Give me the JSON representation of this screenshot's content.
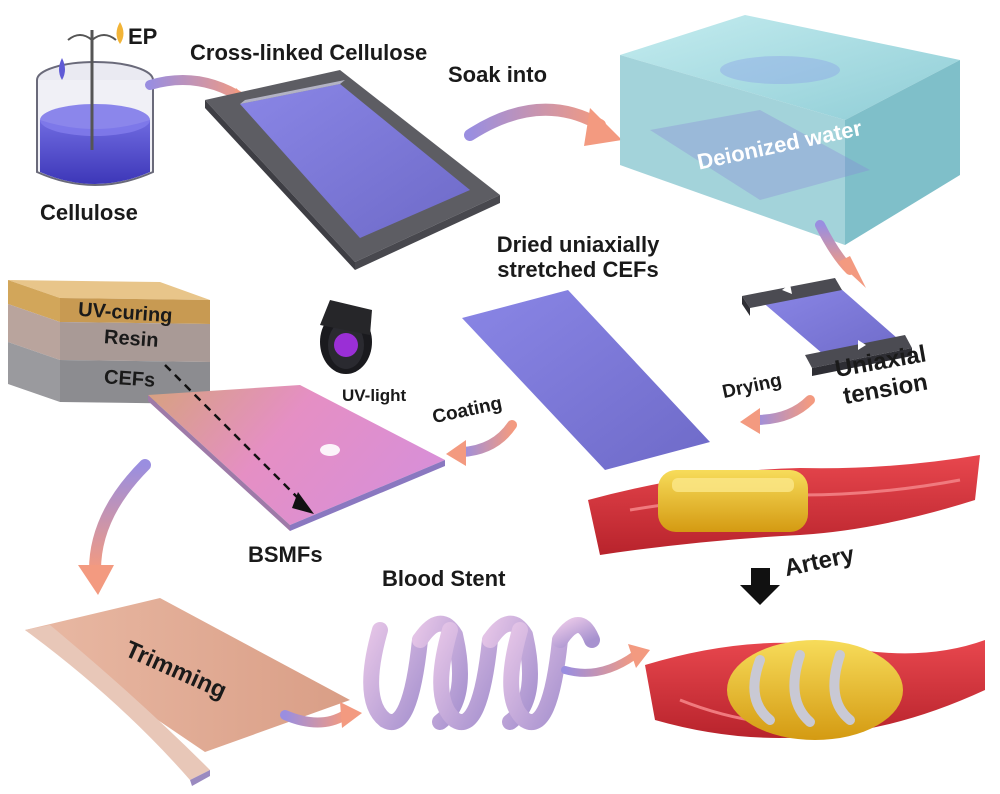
{
  "labels": {
    "ep": "EP",
    "cellulose": "Cellulose",
    "cross_linked": "Cross-linked Cellulose",
    "soak_into": "Soak into",
    "deionized_water": "Deionized water",
    "dried_line1": "Dried uniaxially",
    "dried_line2": "stretched CEFs",
    "uniaxial_line1": "Uniaxial",
    "uniaxial_line2": "tension",
    "drying": "Drying",
    "coating": "Coating",
    "uv_light": "UV-light",
    "uv_curing": "UV-curing",
    "resin": "Resin",
    "cefs": "CEFs",
    "bsmfs": "BSMFs",
    "trimming": "Trimming",
    "blood_stent": "Blood Stent",
    "artery": "Artery"
  },
  "colors": {
    "arrow_start": "#9a8ee0",
    "arrow_end": "#f39a80",
    "film_blue": "#7d78d8",
    "frame_gray": "#5a5a5a",
    "water": "#9fd6dc",
    "artery_red": "#d8343c",
    "stent_gold": "#e6b81a",
    "bsmf_pink": "#e58fc4",
    "strip_tan": "#dfa98f"
  }
}
